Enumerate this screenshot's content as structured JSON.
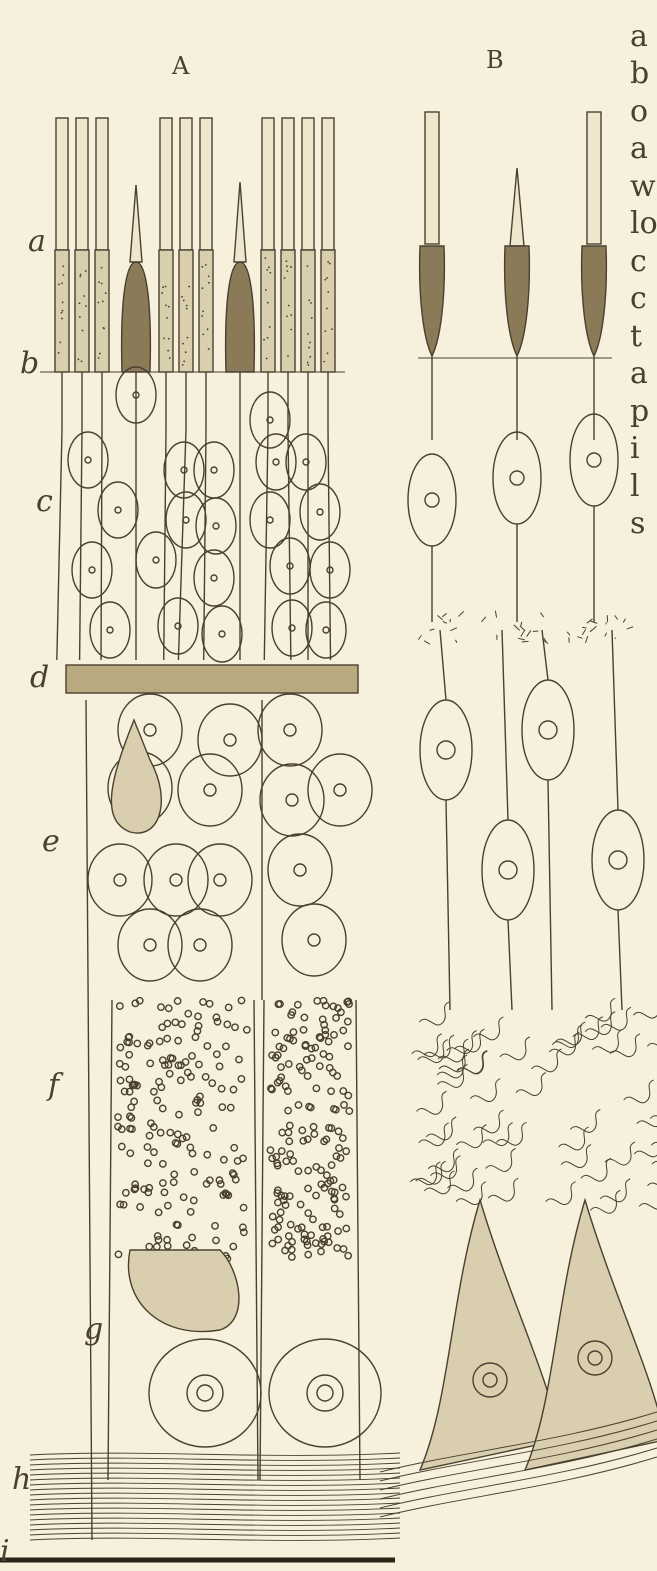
{
  "panels": [
    {
      "id": "A",
      "heading": "A"
    },
    {
      "id": "B",
      "heading": "B"
    }
  ],
  "layer_labels": [
    "a",
    "b",
    "c",
    "d",
    "e",
    "f",
    "g",
    "h",
    "i"
  ],
  "cropped_text_column": [
    "a",
    "b",
    "o",
    "a",
    "w",
    "lo",
    "c",
    "c",
    "t",
    "a",
    "p",
    "i",
    "l",
    "s"
  ],
  "colors": {
    "paper": "#f6f0dc",
    "ink": "#4a4030",
    "shade": "#8a7a58",
    "fill": "#d9cfae"
  }
}
